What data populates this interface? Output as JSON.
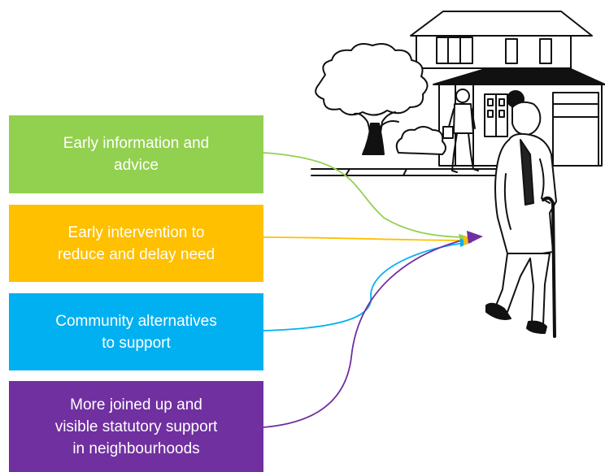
{
  "colors": {
    "green": "#92d050",
    "amber": "#ffc000",
    "blue": "#00b0f0",
    "purple": "#7030a0"
  },
  "boxes": [
    {
      "text": "Early information and advice",
      "lines": [
        "Early information and",
        "advice"
      ]
    },
    {
      "text": "Early intervention to reduce and delay need",
      "lines": [
        "Early intervention to",
        "reduce and delay need"
      ]
    },
    {
      "text": "Community alternatives to support",
      "lines": [
        "Community alternatives",
        "to support"
      ]
    },
    {
      "text": "More joined up and visible statutory support in neighbourhoods",
      "lines": [
        "More joined up and",
        "visible statutory support",
        "in neighbourhoods"
      ]
    }
  ],
  "illustration": {
    "subjects": [
      "house",
      "tree",
      "bush",
      "man-with-prosthetic-leg",
      "older-woman-with-cane"
    ]
  }
}
